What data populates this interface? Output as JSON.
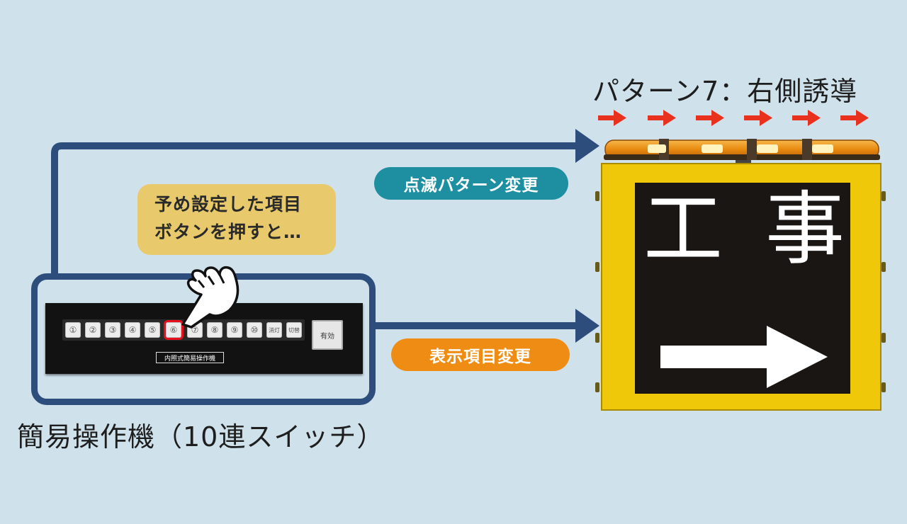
{
  "pattern_title": "パターン7：右側誘導",
  "blink_pill": "点滅パターン変更",
  "display_pill": "表示項目変更",
  "bubble": {
    "line1": "予め設定した項目",
    "line2": "ボタンを押すと…"
  },
  "controller": {
    "keys": [
      "①",
      "②",
      "③",
      "④",
      "⑤",
      "⑥",
      "⑦",
      "⑧",
      "⑨",
      "⑩",
      "消灯",
      "切替"
    ],
    "active_key_index": 5,
    "valid_button": "有効",
    "panel_label": "内照式簡易操作機"
  },
  "controller_caption": "簡易操作機（10連スイッチ）",
  "sign": {
    "char1": "工",
    "char2": "事",
    "arrow_direction": "right"
  },
  "colors": {
    "background": "#cfe2ec",
    "navy": "#2d4e7c",
    "teal": "#1d8fa0",
    "orange": "#ef8c14",
    "bubble": "#e8ca6c",
    "sign_yellow": "#f0c80a",
    "red_arrow": "#e8321e",
    "active_key": "#e8101e"
  }
}
